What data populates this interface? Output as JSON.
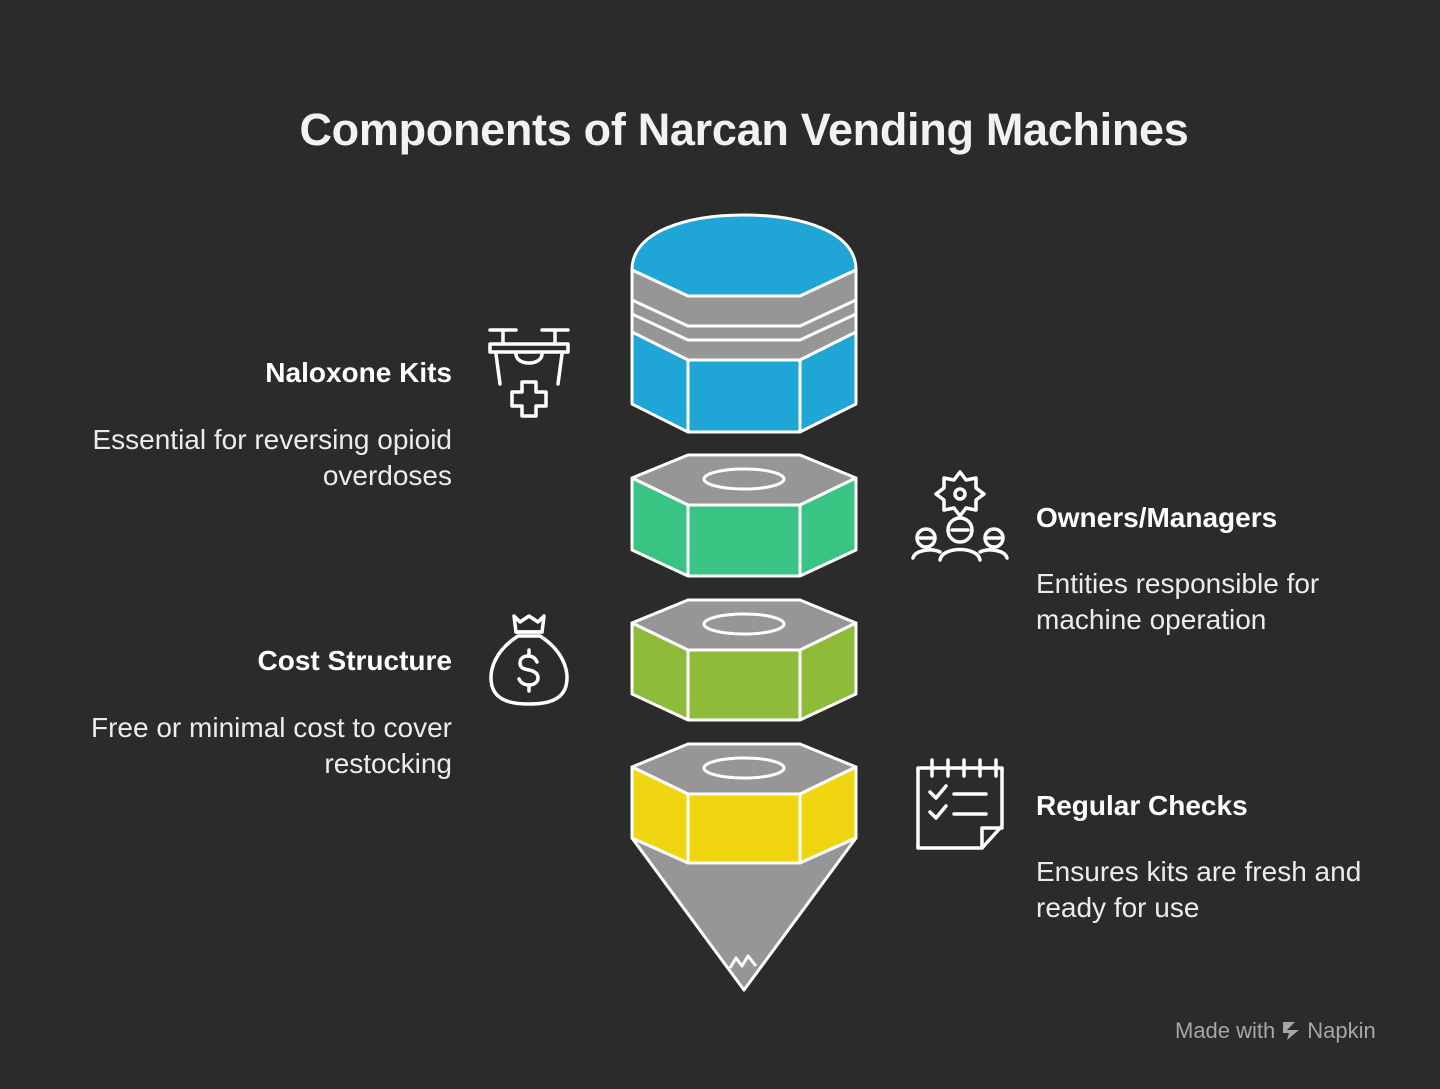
{
  "title": "Components of Narcan Vending Machines",
  "components": [
    {
      "title": "Naloxone Kits",
      "desc_line1": "Essential for reversing opioid",
      "desc_line2": "overdoses",
      "color": "#20a6d6",
      "icon": "drone-medical-icon"
    },
    {
      "title": "Owners/Managers",
      "desc_line1": "Entities responsible for",
      "desc_line2": "machine operation",
      "color": "#3ac483",
      "icon": "people-gear-icon"
    },
    {
      "title": "Cost Structure",
      "desc_line1": "Free or minimal cost to cover",
      "desc_line2": "restocking",
      "color": "#8fbb3a",
      "icon": "money-bag-icon"
    },
    {
      "title": "Regular Checks",
      "desc_line1": "Ensures kits are fresh and",
      "desc_line2": "ready for use",
      "color": "#efd611",
      "icon": "checklist-calendar-icon"
    }
  ],
  "gray": "#969696",
  "footer": {
    "made_with": "Made with",
    "brand": "Napkin"
  }
}
